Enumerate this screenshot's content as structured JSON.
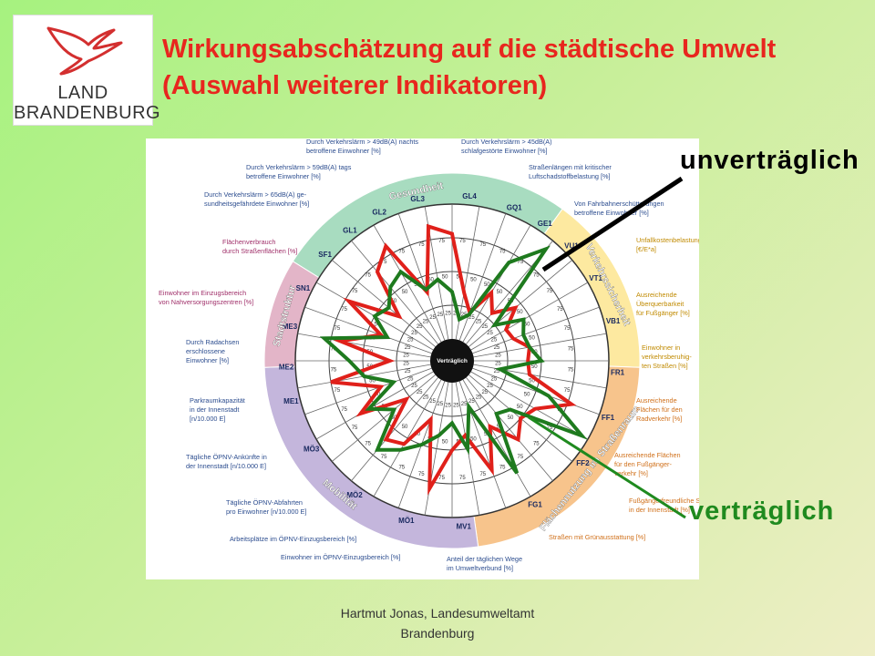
{
  "logo": {
    "line1": "LAND",
    "line2": "BRANDENBURG"
  },
  "title": {
    "line1": "Wirkungsabschätzung auf die städtische Umwelt",
    "line2": "(Auswahl weiterer Indikatoren)"
  },
  "labels": {
    "unvertraeglich": "unverträglich",
    "vertraeglich": "verträglich"
  },
  "footer": {
    "line1": "Hartmut Jonas, Landesumweltamt",
    "line2": "Brandenburg"
  },
  "diagram": {
    "center_label": "Verträglich",
    "sectors": [
      {
        "name": "Gesundheit",
        "color": "#a8dcc0"
      },
      {
        "name": "Verkehrssicherheit",
        "color": "#fde9a0"
      },
      {
        "name": "Flächennutzung im Straßenraum",
        "color": "#f7c48c"
      },
      {
        "name": "Mobilität",
        "color": "#c4b6dc"
      },
      {
        "name": "Stadtstruktur",
        "color": "#e3b5c8"
      }
    ],
    "codes": [
      "GL4",
      "GQ1",
      "GE1",
      "VU1",
      "VT1",
      "VB1",
      "FR1",
      "FF1",
      "FF2",
      "FG1",
      "MV1",
      "MÖ1",
      "MÖ2",
      "MÖ3",
      "ME1",
      "ME2",
      "ME3",
      "SN1",
      "SF1",
      "GL1",
      "GL2",
      "GL3"
    ],
    "descriptions": [
      {
        "id": "GL4",
        "lines": [
          "Durch Verkehrslärm > 49dB(A) nachts",
          "betroffene Einwohner [%]"
        ],
        "color": "#2c4d8f"
      },
      {
        "id": "GQ1",
        "lines": [
          "Durch Verkehrslärm > 45dB(A)",
          "schlafgestörte Einwohner [%]"
        ],
        "color": "#2c4d8f"
      },
      {
        "id": "GL3",
        "lines": [
          "Durch Verkehrslärm > 59dB(A) tags",
          "betroffene Einwohner [%]"
        ],
        "color": "#2c4d8f"
      },
      {
        "id": "GE1",
        "lines": [
          "Straßenlängen mit kritischer",
          "Luftschadstoffbelastung [%]"
        ],
        "color": "#2c4d8f"
      },
      {
        "id": "GL2",
        "lines": [
          "Durch Verkehrslärm > 65dB(A) ge-",
          "sundheitsgefährdete Einwohner [%]"
        ],
        "color": "#2c4d8f"
      },
      {
        "id": "GL1x",
        "lines": [
          "Von Fahrbahnerschütterungen",
          "betroffene Einwohner [%]"
        ],
        "color": "#2c4d8f"
      },
      {
        "id": "SF1",
        "lines": [
          "Flächenverbrauch",
          "durch Straßenflächen [%]"
        ],
        "color": "#a0306a"
      },
      {
        "id": "VU1",
        "lines": [
          "Unfallkostenbelastung",
          "[€/E*a]"
        ],
        "color": "#c08a00"
      },
      {
        "id": "SN1",
        "lines": [
          "Einwohner im Einzugsbereich",
          "von Nahversorgungszentren [%]"
        ],
        "color": "#a0306a"
      },
      {
        "id": "VT1",
        "lines": [
          "Ausreichende",
          "Überquerbarkeit",
          "für Fußgänger [%]"
        ],
        "color": "#c08a00"
      },
      {
        "id": "ME3",
        "lines": [
          "Durch Radachsen",
          "erschlossene",
          "Einwohner [%]"
        ],
        "color": "#2c4d8f"
      },
      {
        "id": "VB1",
        "lines": [
          "Einwohner in",
          "verkehrsberuhig-",
          "ten Straßen [%]"
        ],
        "color": "#c08a00"
      },
      {
        "id": "ME2",
        "lines": [
          "Parkraumkapazität",
          "in der Innenstadt",
          "[n/10.000 E]"
        ],
        "color": "#2c4d8f"
      },
      {
        "id": "FR1",
        "lines": [
          "Ausreichende",
          "Flächen für den",
          "Radverkehr [%]"
        ],
        "color": "#d0701a"
      },
      {
        "id": "ME1",
        "lines": [
          "Tägliche ÖPNV-Ankünfte in",
          "der Innenstadt [n/10.000 E]"
        ],
        "color": "#2c4d8f"
      },
      {
        "id": "FF1",
        "lines": [
          "Ausreichende Flächen",
          "für den Fußgänger-",
          "verkehr [%]"
        ],
        "color": "#d0701a"
      },
      {
        "id": "MÖ3",
        "lines": [
          "Tägliche ÖPNV-Abfahrten",
          "pro Einwohner [n/10.000 E]"
        ],
        "color": "#2c4d8f"
      },
      {
        "id": "FF2",
        "lines": [
          "Fußgängerfreundliche Straßen",
          "in der Innenstadt [%]"
        ],
        "color": "#d0701a"
      },
      {
        "id": "MÖ2",
        "lines": [
          "Arbeitsplätze im ÖPNV-Einzugsbereich [%]"
        ],
        "color": "#2c4d8f"
      },
      {
        "id": "FG1",
        "lines": [
          "Straßen mit Grünausstattung [%]"
        ],
        "color": "#d0701a"
      },
      {
        "id": "MÖ1",
        "lines": [
          "Einwohner im ÖPNV-Einzugsbereich [%]"
        ],
        "color": "#2c4d8f"
      },
      {
        "id": "MV1",
        "lines": [
          "Anteil der täglichen Wege",
          "im Umweltverbund [%]"
        ],
        "color": "#2c4d8f"
      }
    ],
    "red_profile": [
      0.78,
      0.35,
      0.22,
      0.42,
      0.3,
      0.45,
      0.3,
      0.32,
      0.42,
      0.4,
      0.42,
      0.78,
      0.55,
      0.5,
      0.6,
      0.4,
      0.7,
      0.4,
      0.5,
      0.8,
      0.3,
      0.55,
      0.6,
      0.28,
      0.62,
      0.4,
      0.75,
      0.3,
      0.68,
      0.4,
      0.72,
      0.35,
      0.7,
      0.82,
      0.38,
      0.85
    ],
    "green_profile": [
      0.35,
      0.15,
      0.2,
      0.68,
      0.92,
      0.25,
      0.45,
      0.4,
      0.42,
      0.5,
      0.2,
      0.6,
      0.95,
      0.4,
      0.35,
      0.8,
      0.2,
      0.5,
      0.3,
      0.4,
      0.5,
      0.6,
      0.7,
      0.4,
      0.55,
      0.3,
      0.5,
      0.6,
      0.8,
      0.35,
      0.5,
      0.45,
      0.55,
      0.6,
      0.4,
      0.45
    ],
    "red_color": "#e0201a",
    "green_color": "#1e7a1e"
  }
}
